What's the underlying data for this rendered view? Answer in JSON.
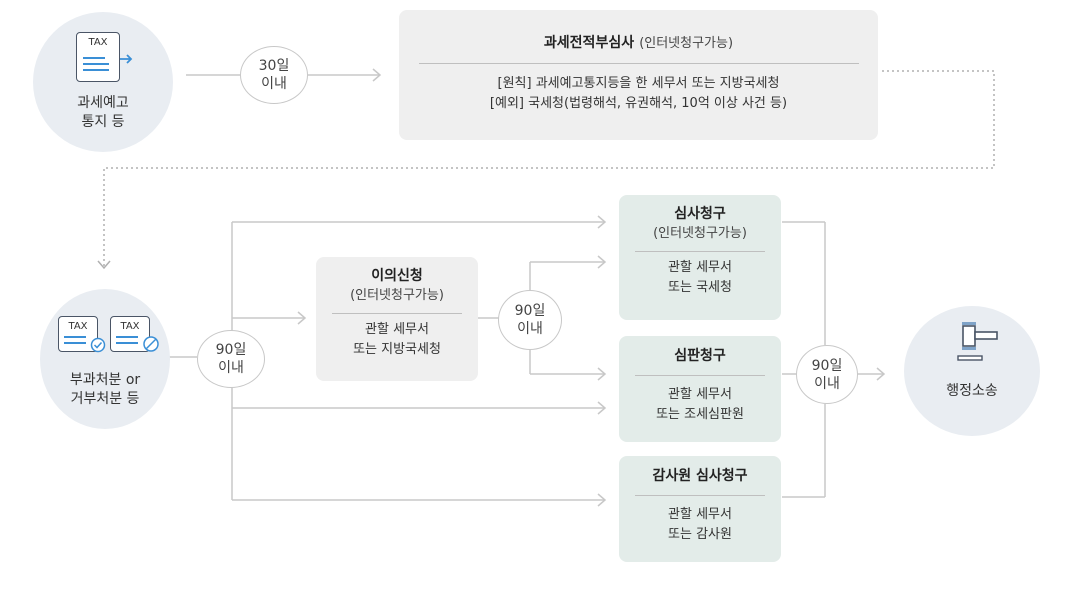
{
  "nodes": {
    "pre_notice": {
      "line1": "과세예고",
      "line2": "통지 등"
    },
    "disposition": {
      "line1": "부과처분 or",
      "line2": "거부처분 등"
    },
    "litigation": {
      "label": "행정소송"
    },
    "tax_icon_text": "TAX"
  },
  "deadlines": {
    "d30": {
      "line1": "30일",
      "line2": "이내"
    },
    "d90_left": {
      "line1": "90일",
      "line2": "이내"
    },
    "d90_mid": {
      "line1": "90일",
      "line2": "이내"
    },
    "d90_right": {
      "line1": "90일",
      "line2": "이내"
    }
  },
  "pre_review": {
    "title": "과세전적부심사",
    "title_suffix": "(인터넷청구가능)",
    "line1": "[원칙] 과세예고통지등을 한 세무서 또는 지방국세청",
    "line2": "[예외] 국세청(법령해석, 유권해석, 10억 이상 사건 등)"
  },
  "objection": {
    "title": "이의신청",
    "subtitle": "(인터넷청구가능)",
    "line1": "관할 세무서",
    "line2": "또는 지방국세청"
  },
  "review": {
    "title": "심사청구",
    "subtitle": "(인터넷청구가능)",
    "line1": "관할 세무서",
    "line2": "또는 국세청"
  },
  "tribunal": {
    "title": "심판청구",
    "line1": "관할 세무서",
    "line2": "또는 조세심판원"
  },
  "audit": {
    "title": "감사원 심사청구",
    "line1": "관할 세무서",
    "line2": "또는 감사원"
  },
  "colors": {
    "node_bg": "#e9edf2",
    "gray_box": "#efefef",
    "teal_box": "#e3ece9",
    "line": "#c8c8c8",
    "icon_accent": "#3a8fd6"
  }
}
